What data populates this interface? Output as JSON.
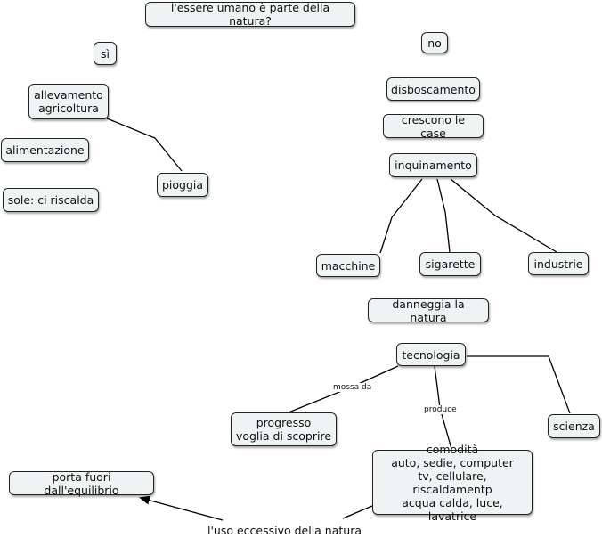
{
  "nodes": {
    "question": "l'essere umano è parte della natura?",
    "si": "sì",
    "no": "no",
    "allevamento": "allevamento\nagricoltura",
    "alimentazione": "alimentazione",
    "sole": "sole: ci riscalda",
    "pioggia": "pioggia",
    "disboscamento": "disboscamento",
    "crescono": "crescono le case",
    "inquinamento": "inquinamento",
    "macchine": "macchine",
    "sigarette": "sigarette",
    "industrie": "industrie",
    "danneggia": "danneggia la natura",
    "tecnologia": "tecnologia",
    "progresso": "progresso\nvoglia di scoprire",
    "scienza": "scienza",
    "comodita": "comodità\nauto, sedie, computer\ntv, cellulare, riscaldamentp\nacqua calda, luce, lavatrice",
    "equilibrio": "porta fuori dall'equilibrio",
    "uso": "l'uso eccessivo della natura"
  },
  "link_labels": {
    "mossa_da": "mossa da",
    "produce": "produce"
  }
}
